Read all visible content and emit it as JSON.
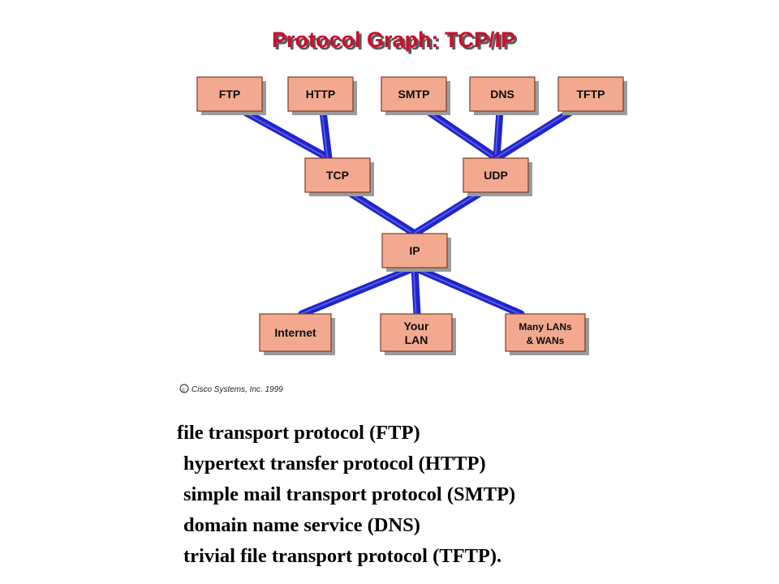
{
  "title": "Protocol Graph: TCP/IP",
  "copyright": "Cisco Systems, Inc. 1999",
  "colors": {
    "title_fill": "#c8102e",
    "title_shadow": "#5a5a5a",
    "box_fill": "#f2a98f",
    "box_shadow": "#9b9b9b",
    "link": "#1f25c9",
    "link_highlight": "#6a70f0"
  },
  "nodes": [
    {
      "id": "ftp",
      "lines": [
        "FTP"
      ]
    },
    {
      "id": "http",
      "lines": [
        "HTTP"
      ]
    },
    {
      "id": "smtp",
      "lines": [
        "SMTP"
      ]
    },
    {
      "id": "dns",
      "lines": [
        "DNS"
      ]
    },
    {
      "id": "tftp",
      "lines": [
        "TFTP"
      ]
    },
    {
      "id": "tcp",
      "lines": [
        "TCP"
      ]
    },
    {
      "id": "udp",
      "lines": [
        "UDP"
      ]
    },
    {
      "id": "ip",
      "lines": [
        "IP"
      ]
    },
    {
      "id": "internet",
      "lines": [
        "Internet"
      ]
    },
    {
      "id": "yourlan",
      "lines": [
        "Your",
        "LAN"
      ]
    },
    {
      "id": "manylans",
      "lines": [
        "Many LANs",
        "& WANs"
      ]
    }
  ],
  "edges": [
    [
      "ftp",
      "tcp"
    ],
    [
      "http",
      "tcp"
    ],
    [
      "smtp",
      "udp"
    ],
    [
      "dns",
      "udp"
    ],
    [
      "tftp",
      "udp"
    ],
    [
      "tcp",
      "ip"
    ],
    [
      "udp",
      "ip"
    ],
    [
      "ip",
      "internet"
    ],
    [
      "ip",
      "yourlan"
    ],
    [
      "ip",
      "manylans"
    ]
  ],
  "legend": [
    "file transport protocol (FTP)",
    "hypertext transfer protocol (HTTP)",
    "simple mail transport protocol (SMTP)",
    "domain name service (DNS)",
    "trivial file transport protocol (TFTP)."
  ]
}
